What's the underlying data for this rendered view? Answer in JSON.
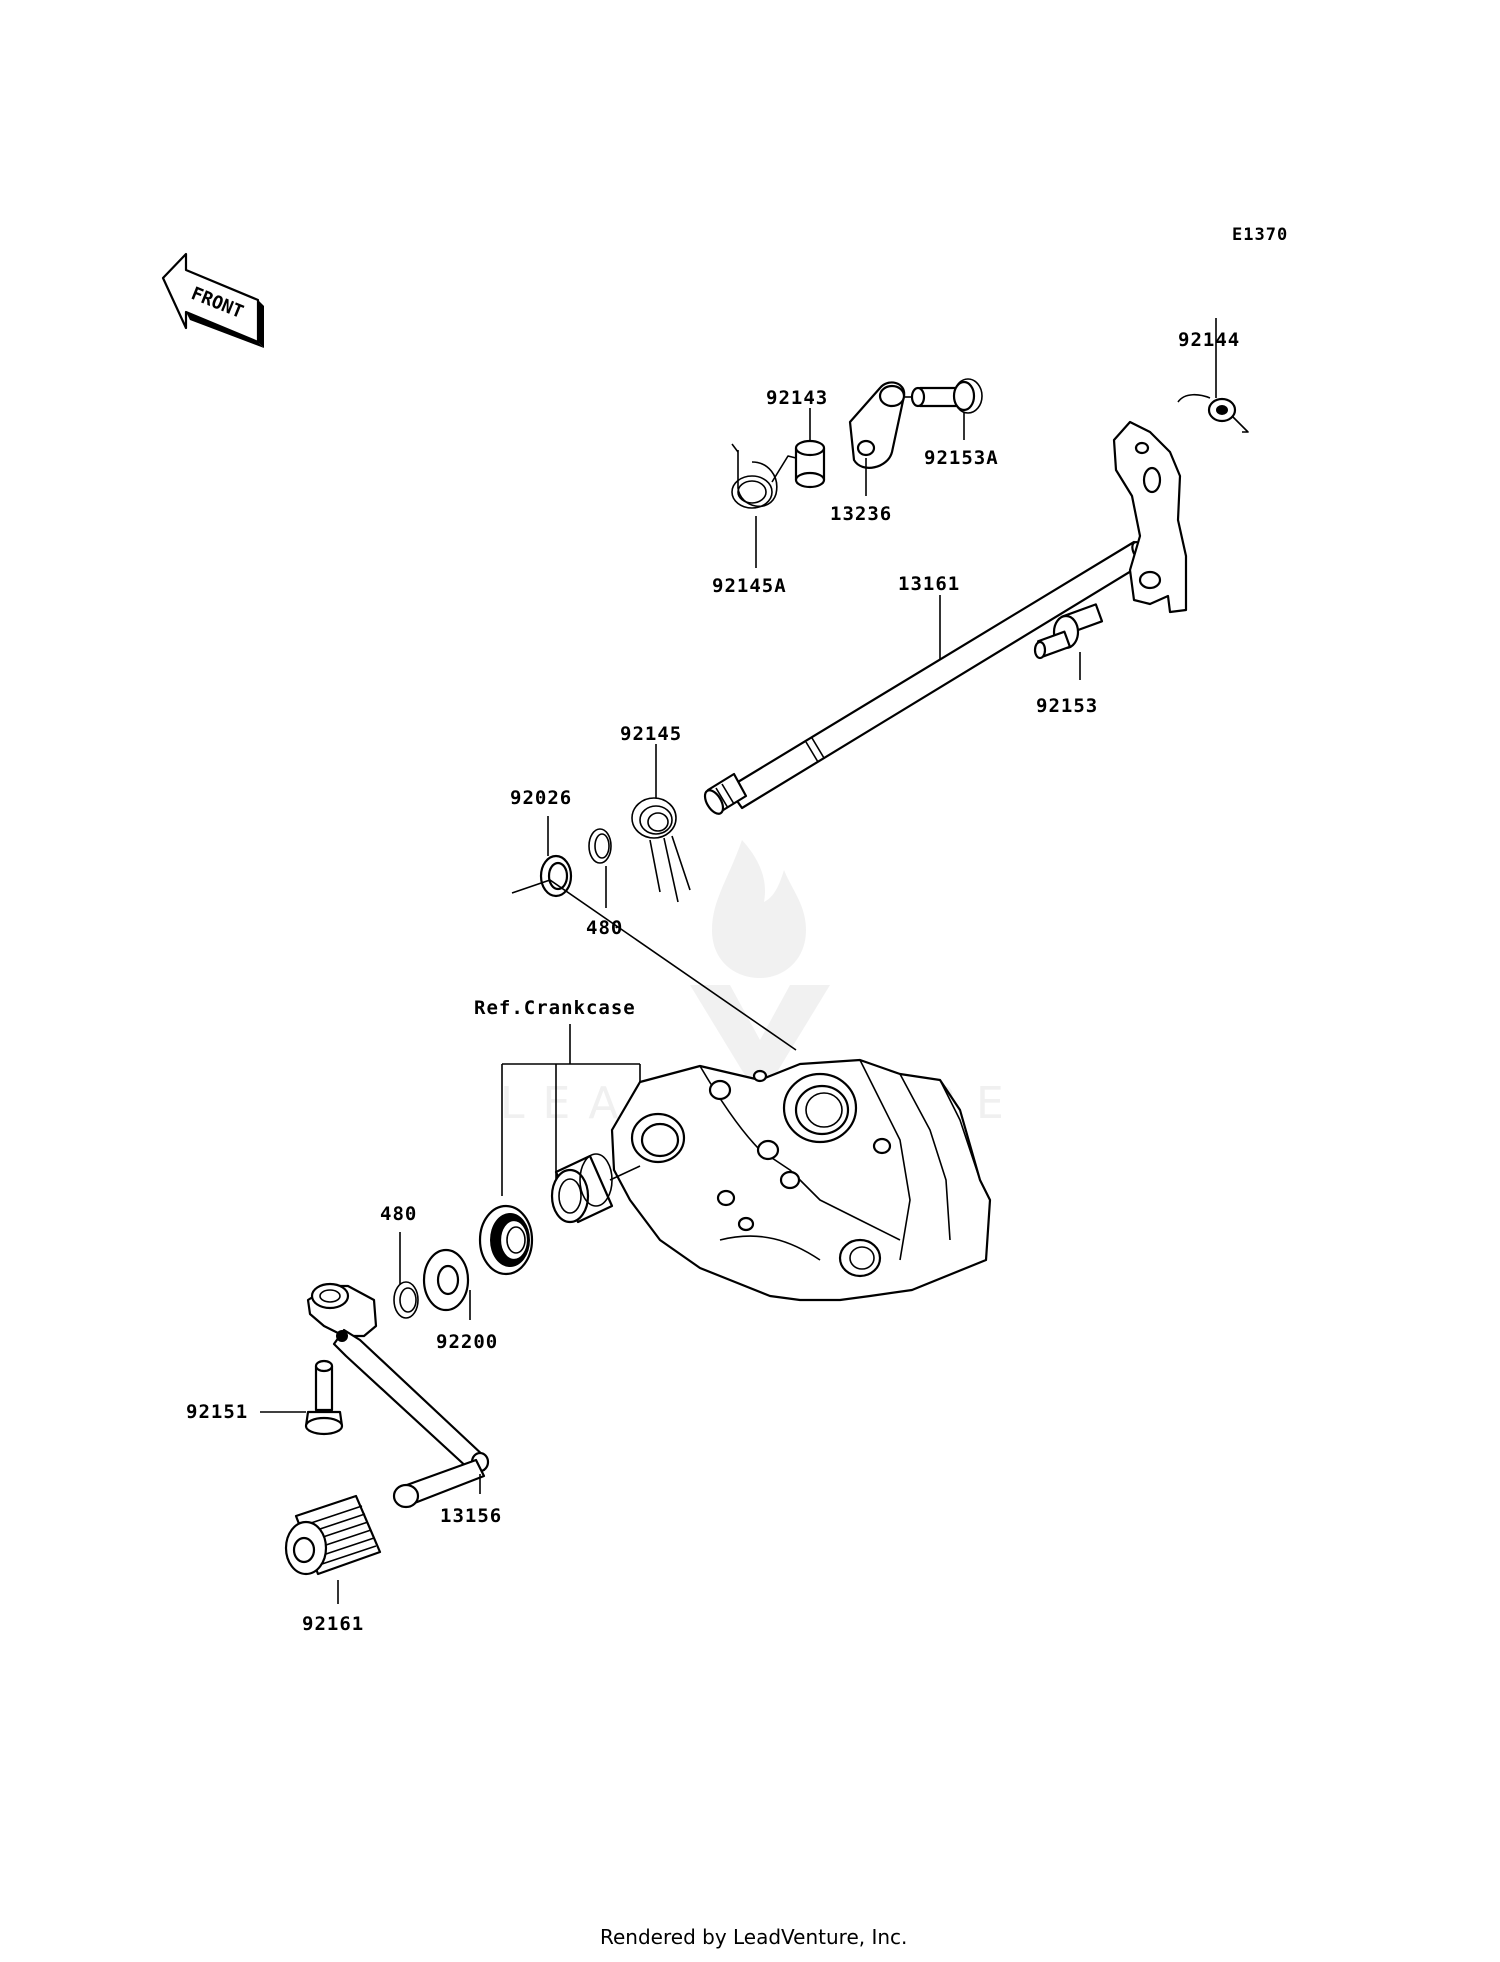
{
  "diagram_code": "E1370",
  "front_label": "FRONT",
  "reference_label": "Ref.Crankcase",
  "watermark_text": "LEADVENTURE",
  "footer": "Rendered by LeadVenture, Inc.",
  "parts": [
    {
      "id": "p92144",
      "number": "92144"
    },
    {
      "id": "p92143",
      "number": "92143"
    },
    {
      "id": "p92153A",
      "number": "92153A"
    },
    {
      "id": "p13236",
      "number": "13236"
    },
    {
      "id": "p92145A",
      "number": "92145A"
    },
    {
      "id": "p13161",
      "number": "13161"
    },
    {
      "id": "p92153",
      "number": "92153"
    },
    {
      "id": "p92145",
      "number": "92145"
    },
    {
      "id": "p92026",
      "number": "92026"
    },
    {
      "id": "p480a",
      "number": "480"
    },
    {
      "id": "p480b",
      "number": "480"
    },
    {
      "id": "p92200",
      "number": "92200"
    },
    {
      "id": "p92151",
      "number": "92151"
    },
    {
      "id": "p13156",
      "number": "13156"
    },
    {
      "id": "p92161",
      "number": "92161"
    }
  ]
}
